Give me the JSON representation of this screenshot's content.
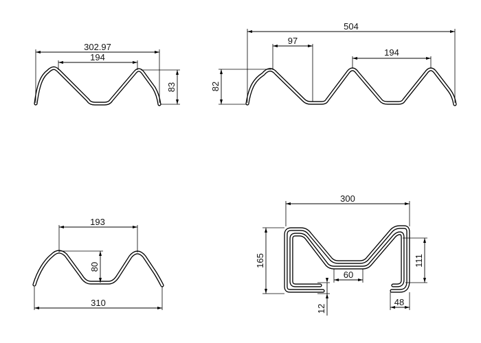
{
  "profiles": {
    "two_wave": {
      "overall_width": "302.97",
      "pitch": "194",
      "height": "83"
    },
    "three_wave": {
      "overall_width": "504",
      "half_pitch": "97",
      "pitch": "194",
      "height": "82"
    },
    "guardrail": {
      "crest_distance": "193",
      "depth": "80",
      "overall_width": "310"
    },
    "rolled_section": {
      "overall_width": "300",
      "height": "165",
      "inner_height": "111",
      "center_width": "60",
      "return_height": "12",
      "return_width": "48"
    }
  }
}
